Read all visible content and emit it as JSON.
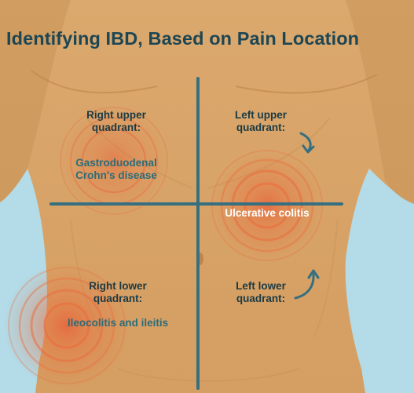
{
  "title": "Identifying IBD, Based on Pain Location",
  "quadrants": {
    "right_upper": {
      "label_line1": "Right upper",
      "label_line2": "quadrant:",
      "condition_line1": "Gastroduodenal",
      "condition_line2": "Crohn's disease"
    },
    "left_upper": {
      "label_line1": "Left upper",
      "label_line2": "quadrant:",
      "condition": "Ulcerative colitis"
    },
    "right_lower": {
      "label_line1": "Right lower",
      "label_line2": "quadrant:",
      "condition": "Ileocolitis and ileitis"
    },
    "left_lower": {
      "label_line1": "Left lower",
      "label_line2": "quadrant:"
    }
  },
  "colors": {
    "background": "#b3dbe8",
    "skin": "#d9a66b",
    "skin_shadow": "#c48c52",
    "divider": "#356f80",
    "pain": "#e8663c",
    "text": "#1f4c5a"
  },
  "icons": [
    "curved-arrow-down-icon",
    "curved-arrow-up-icon"
  ]
}
